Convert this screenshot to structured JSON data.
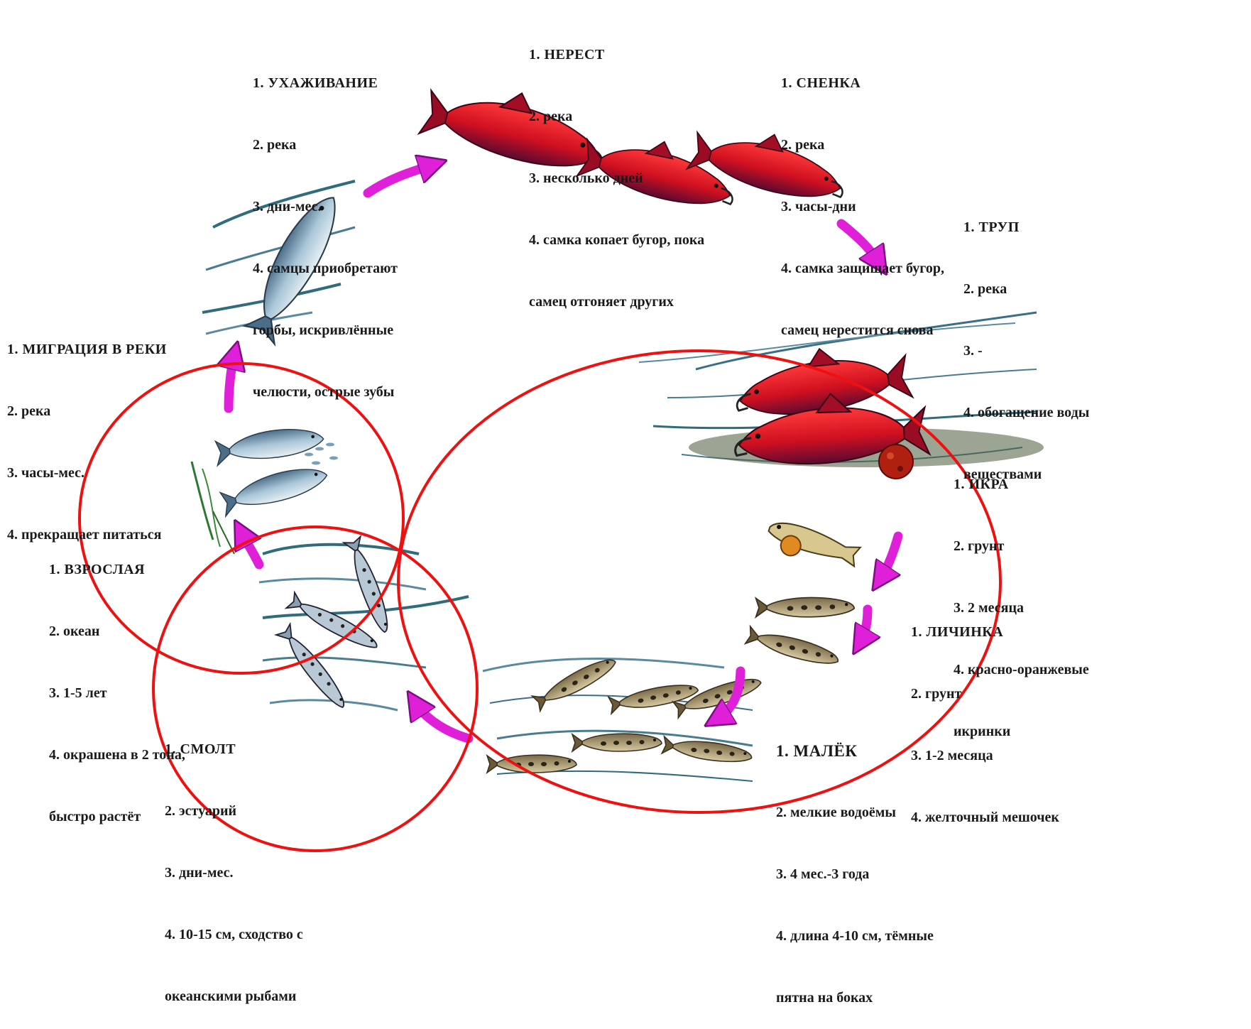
{
  "stages": [
    {
      "id": "courtship",
      "lines": [
        "1. УХАЖИВАНИЕ",
        "2. река",
        "3. дни-мес.",
        "4. самцы приобретают",
        "горбы, искривлённые",
        "челюсти, острые зубы"
      ]
    },
    {
      "id": "spawning",
      "lines": [
        "1. НЕРЕСТ",
        "2. река",
        "3. несколько дней",
        "4. самка копает бугор, пока",
        "самец отгоняет других"
      ]
    },
    {
      "id": "post-spawn",
      "lines": [
        "1. СНЕНКА",
        "2. река",
        "3. часы-дни",
        "4. самка защищает бугор,",
        "самец нерестится снова"
      ]
    },
    {
      "id": "carcass",
      "lines": [
        "1. ТРУП",
        "2. река",
        "3. -",
        "4. обогащение воды",
        "веществами"
      ]
    },
    {
      "id": "roe",
      "lines": [
        "1. ИКРА",
        "2. грунт",
        "3. 2 месяца",
        "4. красно-оранжевые",
        "икринки"
      ]
    },
    {
      "id": "larva",
      "lines": [
        "1. ЛИЧИНКА",
        "2. грунт",
        "3. 1-2 месяца",
        "4. желточный мешочек"
      ]
    },
    {
      "id": "fry",
      "lines": [
        "1. МАЛЁК",
        "2. мелкие водоёмы",
        "3. 4 мес.-3 года",
        "4. длина 4-10 см, тёмные",
        "пятна на боках"
      ]
    },
    {
      "id": "smolt",
      "lines": [
        "1. СМОЛТ",
        "2. эстуарий",
        "3. дни-мес.",
        "4. 10-15 см, сходство с",
        "океанскими рыбами"
      ]
    },
    {
      "id": "adult",
      "lines": [
        "1. ВЗРОСЛАЯ",
        "2. океан",
        "3. 1-5 лет",
        "4. окрашена в 2 тона,",
        "быстро растёт"
      ]
    },
    {
      "id": "river-migration",
      "lines": [
        "1. МИГРАЦИЯ В РЕКИ",
        "2. река",
        "3. часы-мес.",
        "4. прекращает питаться"
      ]
    }
  ],
  "colors": {
    "arrow": "#e020d8",
    "highlight_circle": "#ee1111",
    "spawning_fish": "#d81818",
    "ocean_fish": "#7a9fb8",
    "water": "#2f6c7c"
  },
  "icons": [
    "spawning-salmon-icon",
    "ocean-salmon-icon",
    "egg-icon",
    "larva-icon",
    "fry-icon",
    "smolt-icon",
    "cycle-arrow-icon"
  ]
}
